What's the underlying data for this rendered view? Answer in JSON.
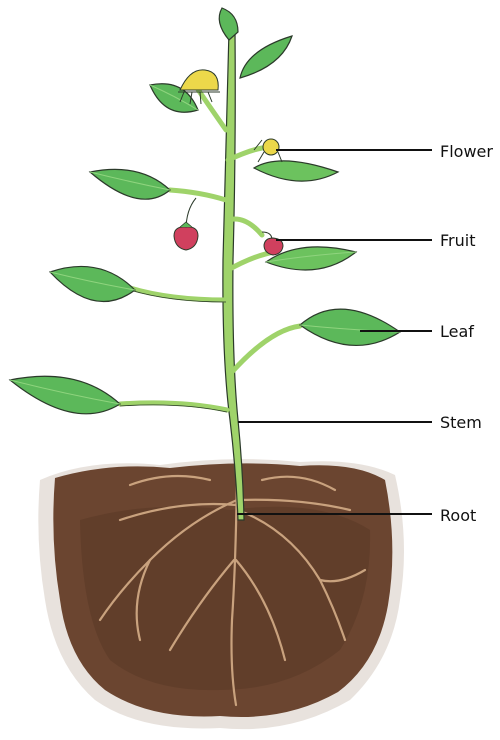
{
  "labels": {
    "flower": "Flower",
    "fruit": "Fruit",
    "leaf": "Leaf",
    "stem": "Stem",
    "root": "Root"
  },
  "colors": {
    "soil": "#6b4530",
    "soil_dark": "#4e3020",
    "root": "#c9a27e",
    "stem": "#9fd36a",
    "leaf": "#5cb85a",
    "leaf_light": "#8fd47e",
    "fruit": "#d0405e",
    "flower_yellow": "#ecd84a",
    "outline": "#2b3a2a",
    "leader": "#111111"
  }
}
